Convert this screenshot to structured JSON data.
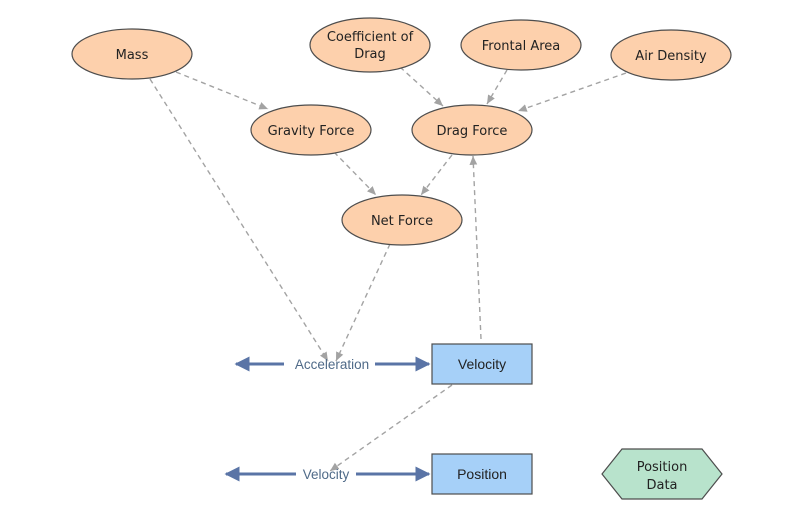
{
  "nodes": {
    "mass": "Mass",
    "coefficient_of_drag_line1": "Coefficient of",
    "coefficient_of_drag_line2": "Drag",
    "frontal_area": "Frontal Area",
    "air_density": "Air Density",
    "gravity_force": "Gravity Force",
    "drag_force": "Drag Force",
    "net_force": "Net Force",
    "position_data_line1": "Position",
    "position_data_line2": "Data"
  },
  "stocks": {
    "velocity": "Velocity",
    "position": "Position"
  },
  "flows": {
    "acceleration": "Acceleration",
    "velocity": "Velocity"
  },
  "colors": {
    "variable_fill": "#fdd0ac",
    "stock_fill": "#a6d0f8",
    "converter_fill": "#b8e3cc",
    "flow_arrow": "#5a74a6",
    "link": "#a3a3a3",
    "flow_label": "#4f6a88"
  }
}
